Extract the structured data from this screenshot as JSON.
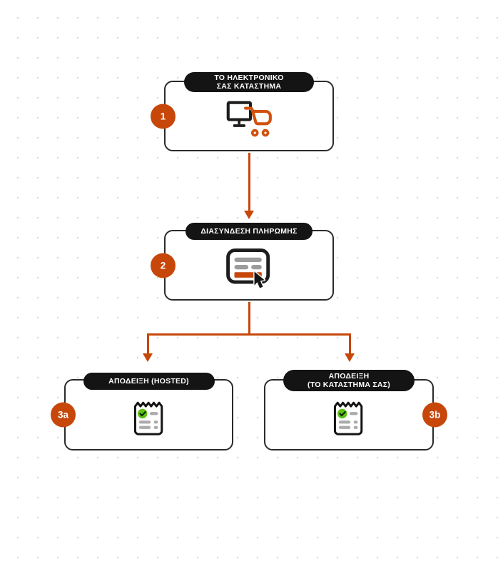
{
  "colors": {
    "accent_orange": "#C7470A",
    "node_border": "#2B2B2B",
    "pill_background": "#141414",
    "pill_text": "#FFFFFF",
    "icon_black": "#1D1D1D",
    "icon_gray": "#9C9C9C",
    "receipt_check_green": "#5EC117",
    "dot_grid": "#D7D7D7",
    "background": "#FFFFFF"
  },
  "diagram": {
    "nodes": [
      {
        "step": "1",
        "label_lines": [
          "ΤΟ ΗΛΕΚΤΡΟΝΙΚΟ",
          "ΣΑΣ ΚΑΤΑΣΤΗΜΑ"
        ],
        "icon": "monitor-cart-icon"
      },
      {
        "step": "2",
        "label_lines": [
          "ΔΙΑΣΥΝΔΕΣΗ ΠΛΗΡΩΜΗΣ"
        ],
        "icon": "payment-form-cursor-icon"
      },
      {
        "step": "3a",
        "label_lines": [
          "ΑΠΟΔΕΙΞΗ (HOSTED)"
        ],
        "icon": "receipt-check-icon"
      },
      {
        "step": "3b",
        "label_lines": [
          "ΑΠΟΔΕΙΞΗ",
          "(ΤΟ ΚΑΤΑΣΤΗΜΑ ΣΑΣ)"
        ],
        "icon": "receipt-check-icon"
      }
    ],
    "edges": [
      {
        "from": "1",
        "to": "2"
      },
      {
        "from": "2",
        "to": "3a"
      },
      {
        "from": "2",
        "to": "3b"
      }
    ]
  }
}
